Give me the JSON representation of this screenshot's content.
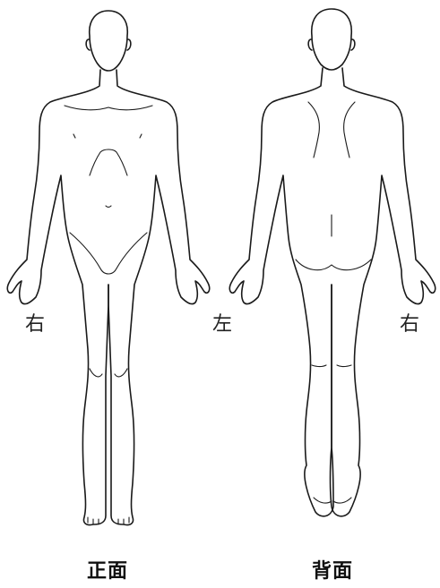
{
  "labels": {
    "front_view": "正面",
    "back_view": "背面",
    "front_side_right": "右",
    "back_side_left": "左",
    "back_side_right": "右"
  },
  "colors": {
    "line": "#1a1a1a",
    "background": "#ffffff"
  }
}
